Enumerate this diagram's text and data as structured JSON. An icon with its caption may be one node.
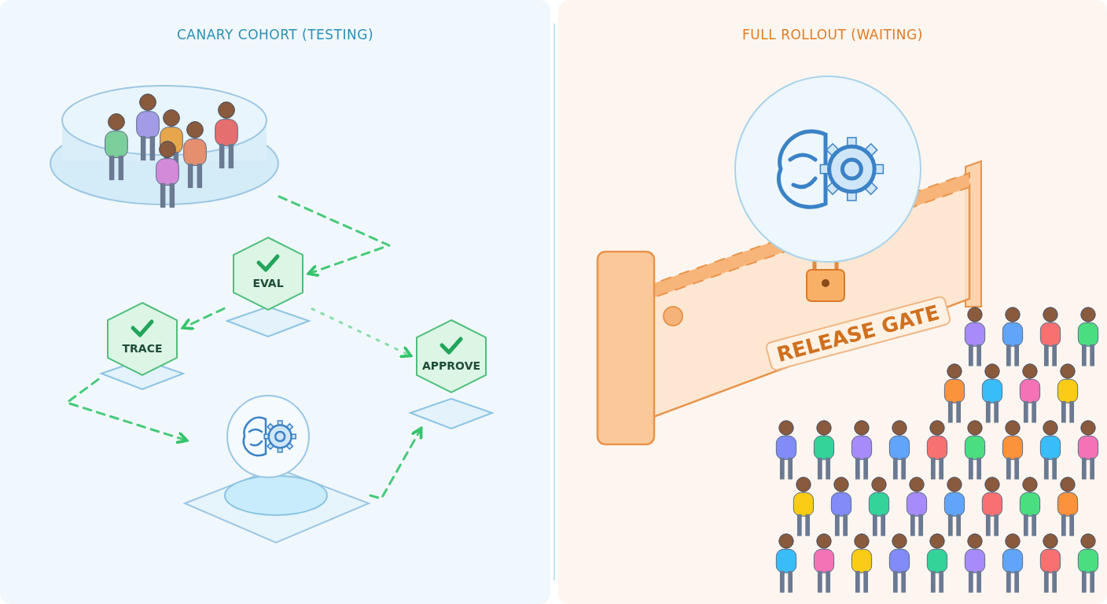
{
  "diagram": {
    "nodes": [
      {
        "text": [
          "CANARY COHORT (TESTING)"
        ]
      },
      {
        "text": [],
        "shape": "cylinder",
        "in": 0
      },
      {
        "text": [
          "EVAL"
        ],
        "in": 0
      },
      {
        "text": [
          "TRACE"
        ],
        "in": 0
      },
      {
        "text": [],
        "shape": "circle",
        "in": 0
      },
      {
        "text": [
          "APPROVE"
        ],
        "in": 0
      },
      {
        "text": [
          "FULL ROLLOUT (WAITING)"
        ]
      },
      {
        "text": [
          "RELEASE GATE"
        ],
        "in": 6
      }
    ],
    "edges": [
      {
        "from": 1,
        "to": 2,
        "arrow": "to"
      },
      {
        "from": 2,
        "to": 3,
        "arrow": "to"
      },
      {
        "from": 3,
        "to": 4,
        "arrow": "to"
      },
      {
        "from": 4,
        "to": 5,
        "arrow": "to"
      },
      {
        "from": 2,
        "to": 5,
        "arrow": "to",
        "style": "dashed"
      }
    ]
  }
}
